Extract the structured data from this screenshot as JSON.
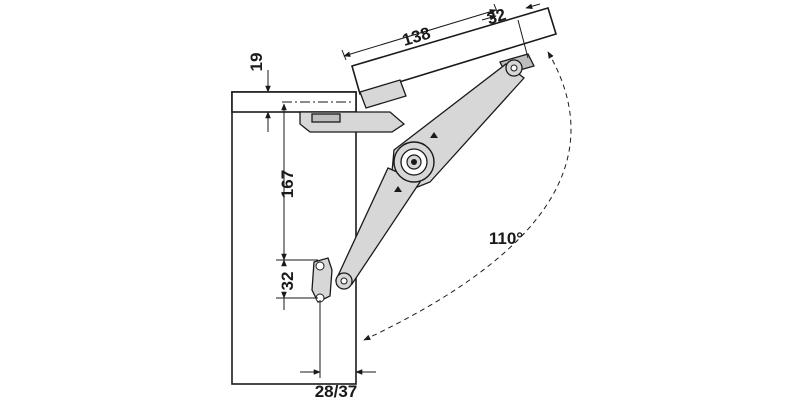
{
  "dimensions": {
    "lid_thickness": "19",
    "arm_offset": "167",
    "bracket_pitch": "32",
    "lid_length": "138",
    "lid_bracket": "32",
    "base_offset": "28/37",
    "opening_angle": "110°"
  },
  "colors": {
    "line": "#1a1a1a",
    "part_fill": "#d7d7d7",
    "part_shadow": "#bdbdbd",
    "background": "#ffffff"
  }
}
